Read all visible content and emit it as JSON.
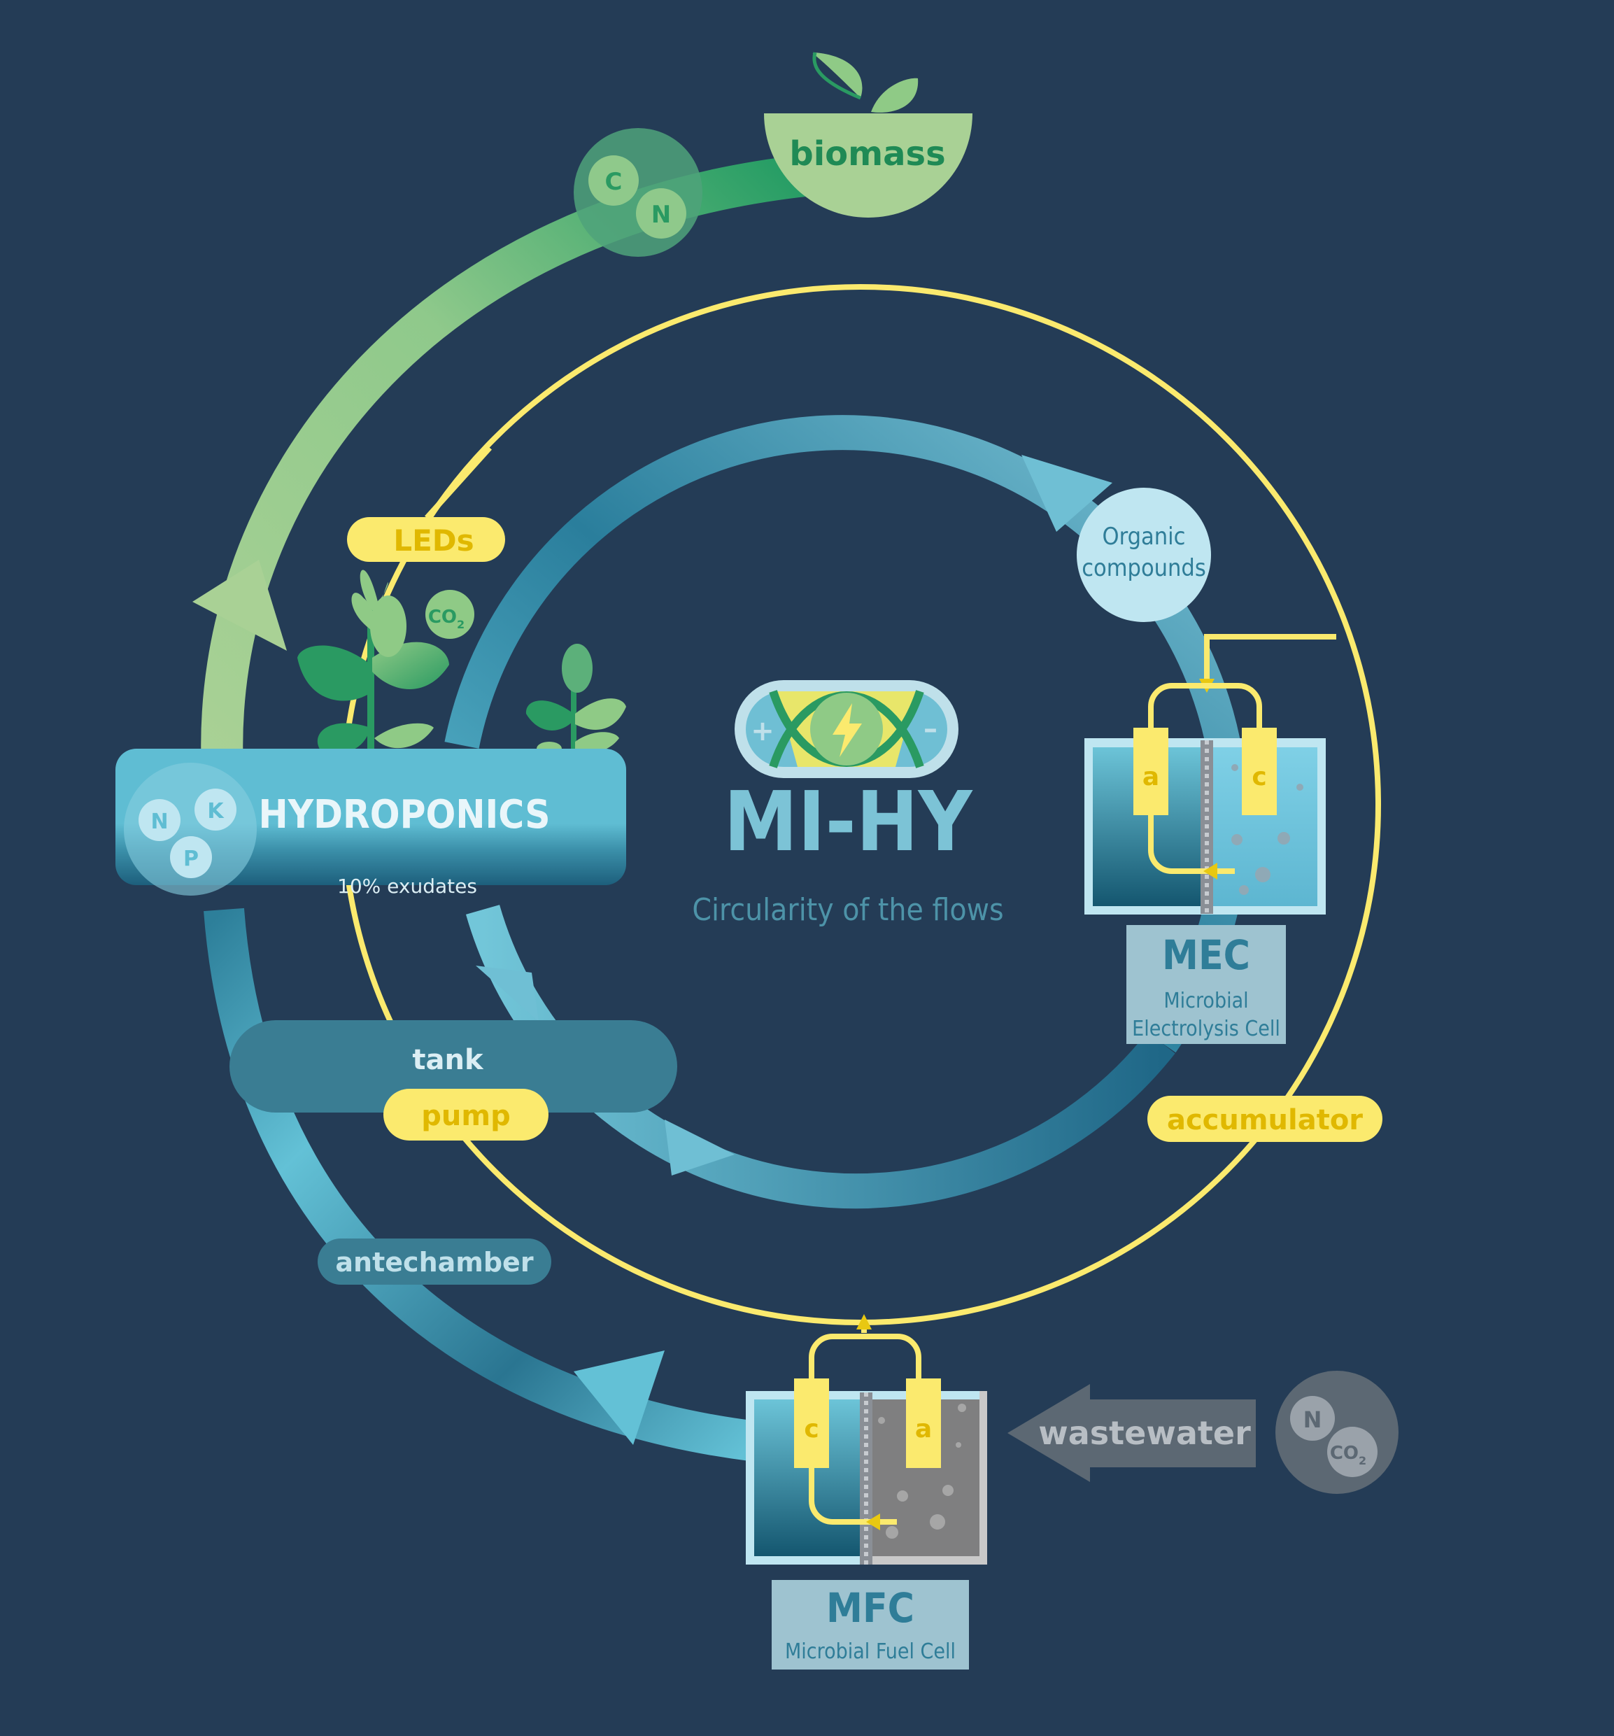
{
  "colors": {
    "background": "#243c56",
    "electric": "#fbea6e",
    "electric_dark": "#e8c812",
    "green_light": "#a9d195",
    "green_dark": "#2a9a62",
    "teal_light": "#63c1d6",
    "teal_dark": "#1f5f7a",
    "grey": "#5c6873"
  },
  "center": {
    "title": "MI-HY",
    "subtitle": "Circularity of the flows",
    "logo_icon": "lightning-bolt-icon"
  },
  "biomass": {
    "label": "biomass",
    "nutrients": [
      "C",
      "N"
    ]
  },
  "hydroponics": {
    "label": "HYDROPONICS",
    "note": "10% exudates",
    "nutrients": [
      "N",
      "K",
      "P"
    ],
    "gas": {
      "symbol": "CO",
      "subscript": "2"
    }
  },
  "leds": {
    "label": "LEDs"
  },
  "organic": {
    "line1": "Organic",
    "line2": "compounds"
  },
  "mec": {
    "abbr": "MEC",
    "line1": "Microbial",
    "line2": "Electrolysis Cell",
    "anode": "a",
    "cathode": "c"
  },
  "accumulator": {
    "label": "accumulator"
  },
  "tank": {
    "label": "tank"
  },
  "pump": {
    "label": "pump"
  },
  "antechamber": {
    "label": "antechamber"
  },
  "mfc": {
    "abbr": "MFC",
    "line1": "Microbial Fuel Cell",
    "anode": "a",
    "cathode": "c"
  },
  "wastewater": {
    "label": "wastewater",
    "nutrient": "N",
    "gas": {
      "symbol": "CO",
      "subscript": "2"
    }
  }
}
